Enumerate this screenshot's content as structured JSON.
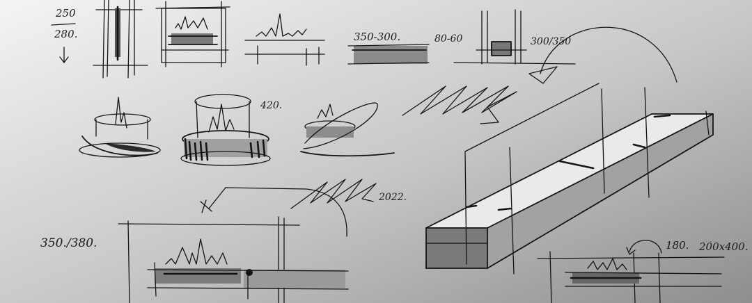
{
  "annotations": {
    "fraction_top": "250",
    "fraction_bottom": "280.",
    "dim_350_300": "350-300.",
    "dim_80_60": "80-60",
    "dim_300_350": "300/350",
    "dim_420": "420.",
    "year": "2022.",
    "dim_350_380": "350./380.",
    "dim_180": "180.",
    "dim_200x400": "200x400."
  },
  "colors": {
    "background_light": "#f4f4f4",
    "background_dark": "#8e8e8e",
    "ink": "#141414",
    "marker_gray": "#8a8a8a",
    "beam_top": "#e8e8e8",
    "beam_side": "#9a9a9a"
  }
}
